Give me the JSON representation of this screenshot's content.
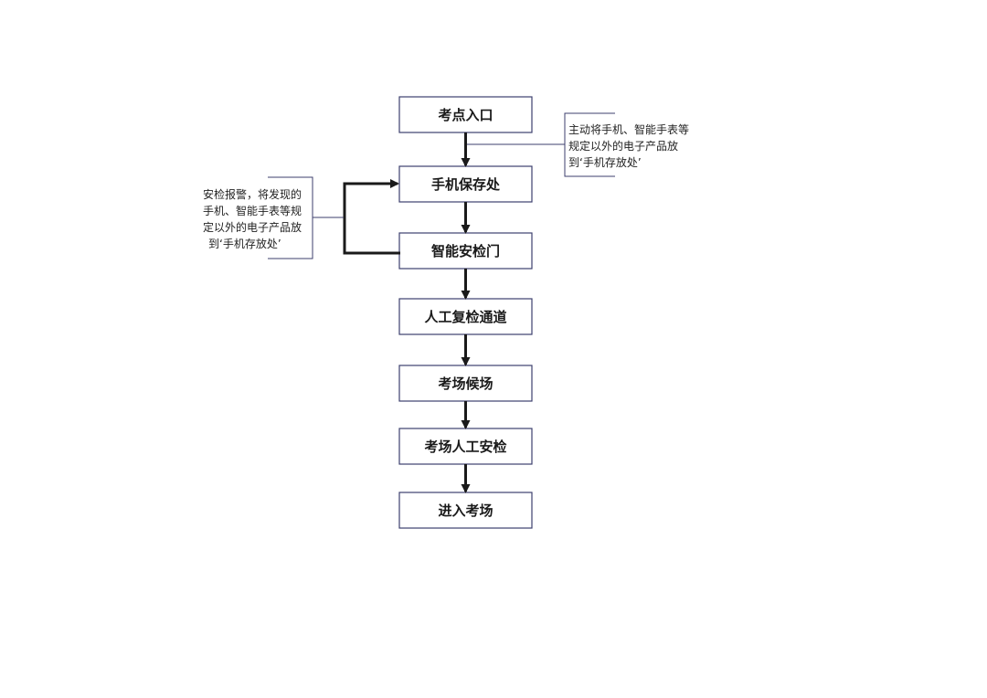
{
  "nodes": [
    {
      "id": "entrance",
      "label": "考点入口"
    },
    {
      "id": "phone-storage",
      "label": "手机保存处"
    },
    {
      "id": "security-gate",
      "label": "智能安检门"
    },
    {
      "id": "manual-recheck",
      "label": "人工复检通道"
    },
    {
      "id": "waiting-area",
      "label": "考场候场"
    },
    {
      "id": "room-manual-check",
      "label": "考场人工安检"
    },
    {
      "id": "enter-room",
      "label": "进入考场"
    }
  ],
  "notes": {
    "right": {
      "lines": [
        "主动将手机、智能手表等",
        "规定以外的电子产品放",
        "到‘手机存放处’"
      ]
    },
    "left": {
      "lines": [
        "安检报警，将发现的",
        "手机、智能手表等规",
        "定以外的电子产品放",
        "到‘手机存放处’"
      ]
    }
  },
  "colors": {
    "box_border": "#3d3f6e",
    "arrow": "#1a1a1a",
    "text": "#1a1a1a"
  }
}
